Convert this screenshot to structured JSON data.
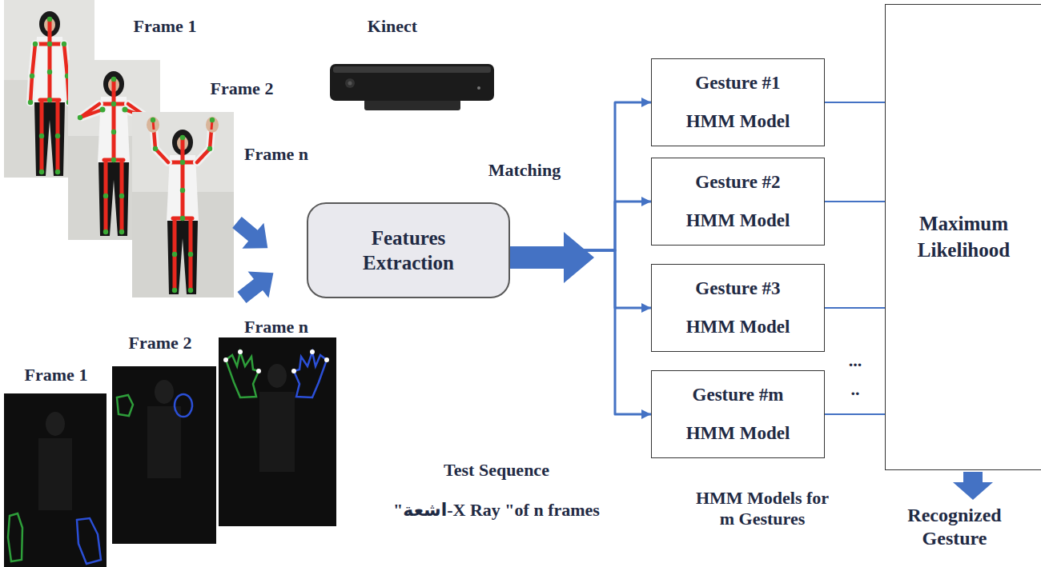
{
  "diagram": {
    "nodes": [
      {
        "text": [
          "Features Extraction"
        ]
      },
      {
        "text": [
          "Gesture #1",
          "HMM Model"
        ]
      },
      {
        "text": [
          "Gesture #2",
          "HMM Model"
        ]
      },
      {
        "text": [
          "Gesture #3",
          "HMM Model"
        ]
      },
      {
        "text": [
          "Gesture #m",
          "HMM Model"
        ]
      },
      {
        "text": [
          "Maximum Likelihood"
        ]
      }
    ],
    "edges": [
      {
        "from": 0,
        "to": 1,
        "arrow": "to"
      },
      {
        "from": 0,
        "to": 2,
        "arrow": "to"
      },
      {
        "from": 0,
        "to": 3,
        "arrow": "to"
      },
      {
        "from": 0,
        "to": 4,
        "arrow": "to"
      },
      {
        "from": 1,
        "to": 5,
        "arrow": "none"
      },
      {
        "from": 2,
        "to": 5,
        "arrow": "none"
      },
      {
        "from": 3,
        "to": 5,
        "arrow": "none"
      },
      {
        "from": 4,
        "to": 5,
        "arrow": "none"
      }
    ],
    "labels": [
      "Frame 1",
      "Frame 2",
      "Frame n",
      "Kinect",
      "Matching",
      "Frame n",
      "Frame 2",
      "Frame 1",
      "Test Sequence",
      "\"اشعة-X Ray \"of n frames",
      "...",
      "..",
      "HMM Models for m Gestures",
      "Recognized Gesture"
    ]
  }
}
